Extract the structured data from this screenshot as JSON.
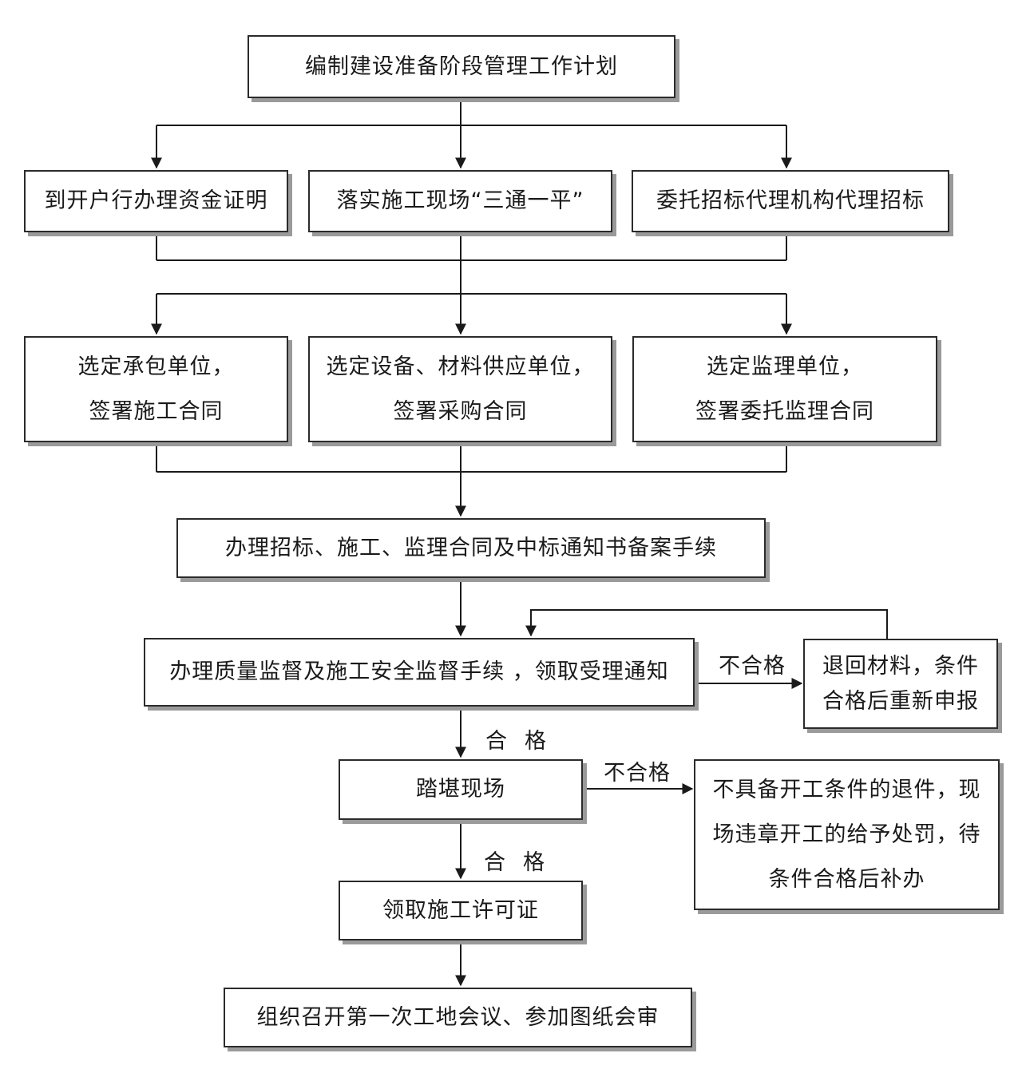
{
  "steps": {
    "plan": "编制建设准备阶段管理工作计划",
    "bank": "到开户行办理资金证明",
    "site": "落实施工现场“三通一平”",
    "agent": "委托招标代理机构代理招标",
    "contractor": [
      "选定承包单位，",
      "签署施工合同"
    ],
    "supplier": [
      "选定设备、材料供应单位，",
      "签署采购合同"
    ],
    "supervisor": [
      "选定监理单位，",
      "签署委托监理合同"
    ],
    "filing": "办理招标、施工、监理合同及中标通知书备案手续",
    "quality": "办理质量监督及施工安全监督手续 ，领取受理通知",
    "returned": [
      "退回材料，条件",
      "合格后重新申报"
    ],
    "inspect": "踏堪现场",
    "penalty": [
      "不具备开工条件的退件，现",
      "场违章开工的给予处罚，待",
      "条件合格后补办"
    ],
    "permit": "领取施工许可证",
    "meeting": "组织召开第一次工地会议、参加图纸会审"
  },
  "labels": {
    "pass1": "合格",
    "fail1": "不合格",
    "pass2": "合格",
    "fail2": "不合格"
  },
  "colors": {
    "line": "#1a1a1a",
    "border": "#2b2b2b",
    "shadow": "#9a9a9a"
  }
}
